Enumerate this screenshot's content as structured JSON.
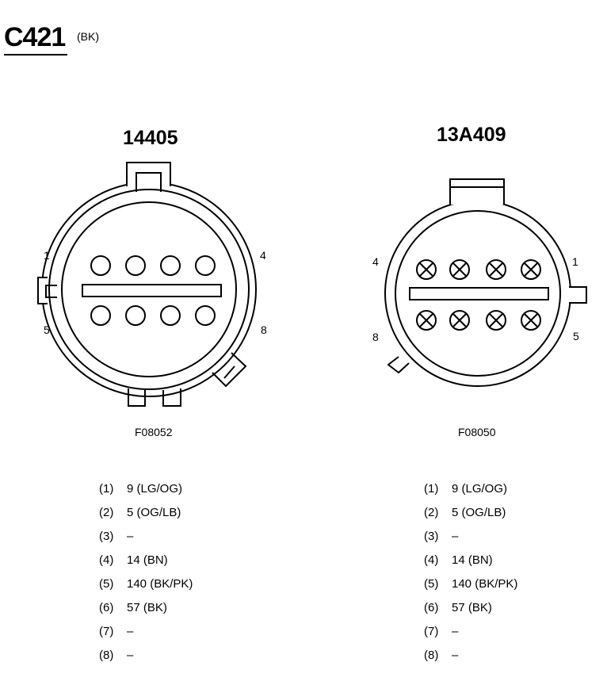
{
  "header": {
    "connector": "C421",
    "color": "(BK)"
  },
  "left_connector": {
    "part_number": "14405",
    "figure_id": "F08052",
    "pin_labels": {
      "p1": "1",
      "p4": "4",
      "p5": "5",
      "p8": "8"
    },
    "pins": [
      {
        "num": "(1)",
        "wire": "9 (LG/OG)"
      },
      {
        "num": "(2)",
        "wire": "5 (OG/LB)"
      },
      {
        "num": "(3)",
        "wire": "–"
      },
      {
        "num": "(4)",
        "wire": "14 (BN)"
      },
      {
        "num": "(5)",
        "wire": "140 (BK/PK)"
      },
      {
        "num": "(6)",
        "wire": "57 (BK)"
      },
      {
        "num": "(7)",
        "wire": "–"
      },
      {
        "num": "(8)",
        "wire": "–"
      }
    ]
  },
  "right_connector": {
    "part_number": "13A409",
    "figure_id": "F08050",
    "pin_labels": {
      "p1": "1",
      "p4": "4",
      "p5": "5",
      "p8": "8"
    },
    "pins": [
      {
        "num": "(1)",
        "wire": "9 (LG/OG)"
      },
      {
        "num": "(2)",
        "wire": "5 (OG/LB)"
      },
      {
        "num": "(3)",
        "wire": "–"
      },
      {
        "num": "(4)",
        "wire": "14 (BN)"
      },
      {
        "num": "(5)",
        "wire": "140 (BK/PK)"
      },
      {
        "num": "(6)",
        "wire": "57 (BK)"
      },
      {
        "num": "(7)",
        "wire": "–"
      },
      {
        "num": "(8)",
        "wire": "–"
      }
    ]
  }
}
